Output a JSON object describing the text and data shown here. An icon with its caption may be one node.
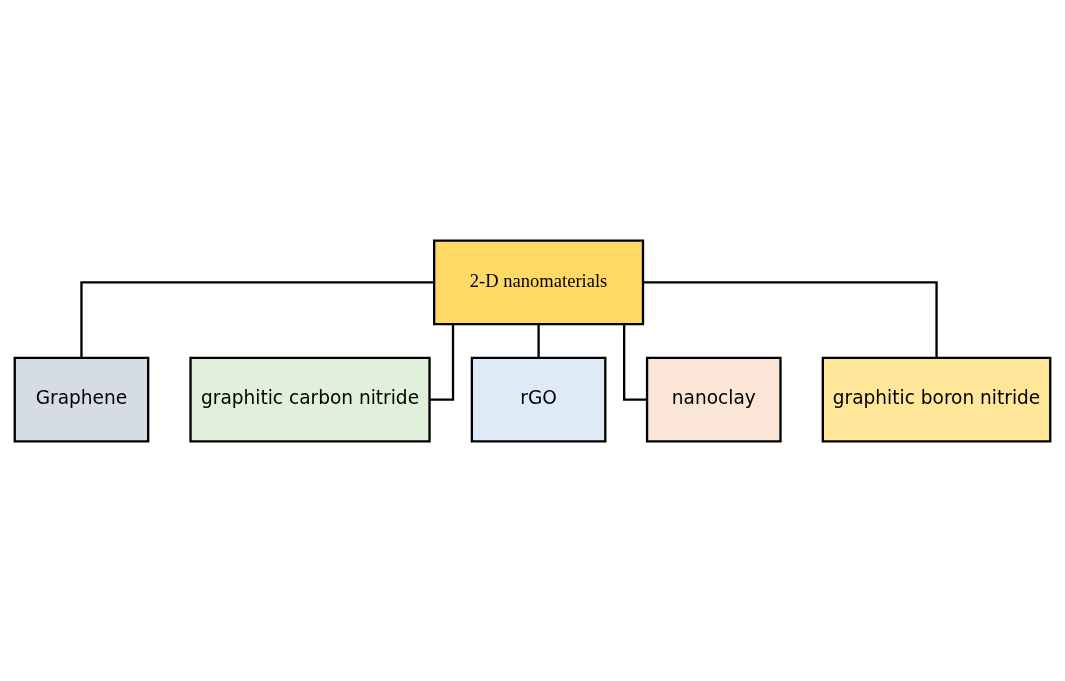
{
  "diagram": {
    "nodes": [
      {
        "text": [
          "2-D nanomaterials"
        ]
      },
      {
        "text": [
          "Graphene"
        ]
      },
      {
        "text": [
          "graphitic carbon nitride"
        ]
      },
      {
        "text": [
          "rGO"
        ]
      },
      {
        "text": [
          "nanoclay"
        ]
      },
      {
        "text": [
          "graphitic boron nitride"
        ]
      }
    ],
    "edges": [
      {
        "from": 0,
        "to": 1,
        "arrow": "none"
      },
      {
        "from": 0,
        "to": 2,
        "arrow": "none"
      },
      {
        "from": 0,
        "to": 3,
        "arrow": "none"
      },
      {
        "from": 0,
        "to": 4,
        "arrow": "none"
      },
      {
        "from": 0,
        "to": 5,
        "arrow": "none"
      }
    ]
  }
}
